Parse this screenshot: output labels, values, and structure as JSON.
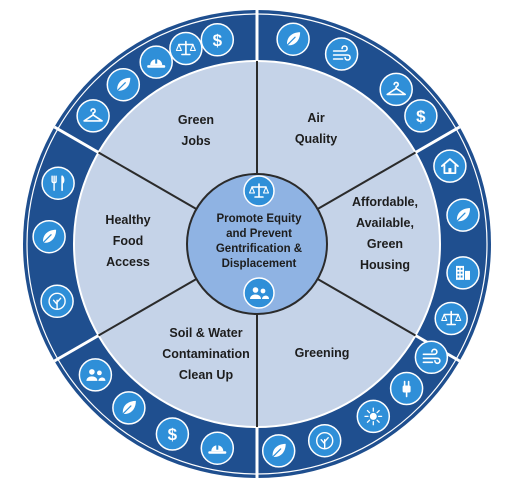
{
  "colors": {
    "outer_ring": "#1f4f8f",
    "segment_fill": "#c5d3e8",
    "center_fill": "#8fb3e3",
    "icon_circle": "#2f8fd8",
    "divider": "#2b2b2b",
    "icon_glyph": "#ffffff"
  },
  "center": {
    "lines": [
      "Promote Equity",
      "and Prevent",
      "Gentrification &",
      "Displacement"
    ],
    "top_icon": "scales-icon",
    "bottom_icon": "people-icon"
  },
  "segments": [
    {
      "id": "green-jobs",
      "lines": [
        "Green",
        "Jobs"
      ]
    },
    {
      "id": "air-quality",
      "lines": [
        "Air",
        "Quality"
      ]
    },
    {
      "id": "housing",
      "lines": [
        "Affordable,",
        "Available,",
        "Green",
        "Housing"
      ]
    },
    {
      "id": "greening",
      "lines": [
        "Greening"
      ]
    },
    {
      "id": "soil-water",
      "lines": [
        "Soil & Water",
        "Contamination",
        "Clean Up"
      ]
    },
    {
      "id": "healthy-food",
      "lines": [
        "Healthy",
        "Food",
        "Access"
      ]
    }
  ],
  "ring_icons": [
    {
      "icon": "leaf-icon"
    },
    {
      "icon": "wind-icon"
    },
    {
      "icon": "hanger-icon"
    },
    {
      "icon": "dollar-icon"
    },
    {
      "icon": "home-icon"
    },
    {
      "icon": "leaf-icon"
    },
    {
      "icon": "building-icon"
    },
    {
      "icon": "scales-icon"
    },
    {
      "icon": "wind-icon"
    },
    {
      "icon": "plug-icon"
    },
    {
      "icon": "sun-icon"
    },
    {
      "icon": "tree-icon"
    },
    {
      "icon": "leaf-icon"
    },
    {
      "icon": "hardhat-icon"
    },
    {
      "icon": "dollar-icon"
    },
    {
      "icon": "leaf-icon"
    },
    {
      "icon": "people-icon"
    },
    {
      "icon": "tree-icon"
    },
    {
      "icon": "leaf-icon"
    },
    {
      "icon": "utensils-icon"
    },
    {
      "icon": "hanger-icon"
    },
    {
      "icon": "leaf-icon"
    },
    {
      "icon": "hardhat-icon"
    },
    {
      "icon": "scales-icon"
    },
    {
      "icon": "dollar-icon"
    }
  ]
}
